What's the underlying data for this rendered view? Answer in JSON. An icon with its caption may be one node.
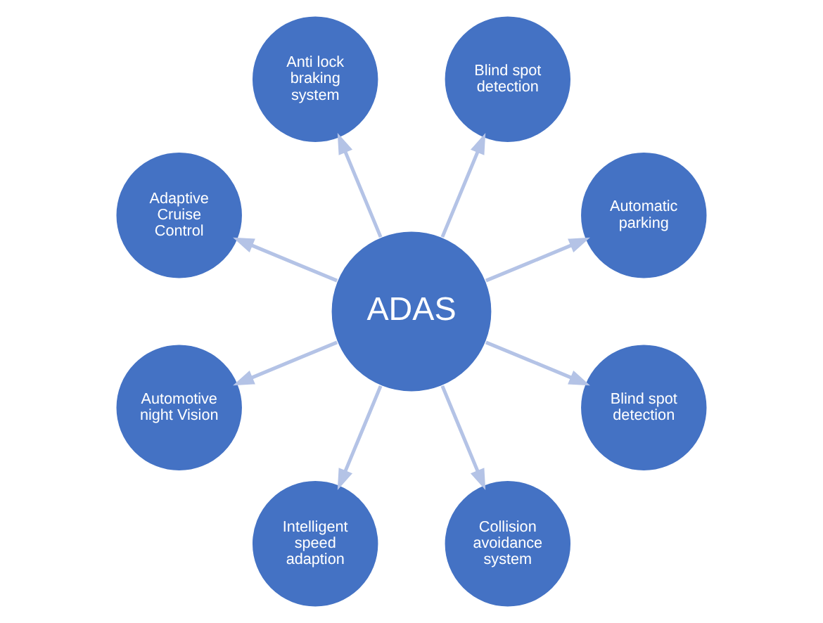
{
  "diagram": {
    "nodes": [
      {
        "text": [
          "Automatic parking"
        ]
      },
      {
        "text": [
          "Blind spot detection"
        ]
      },
      {
        "text": [
          "Anti lock braking system"
        ]
      },
      {
        "text": [
          "Adaptive Cruise Control"
        ]
      },
      {
        "text": [
          "ADAS"
        ]
      },
      {
        "text": [
          "Automotive night Vision"
        ]
      },
      {
        "text": [
          "Intelligent speed adaption"
        ]
      },
      {
        "text": [
          "Collision avoidance system"
        ]
      },
      {
        "text": [
          "Blind spot detection"
        ]
      }
    ],
    "edges": [
      {
        "from": 4,
        "to": 0,
        "arrow": "to"
      },
      {
        "from": 4,
        "to": 2,
        "arrow": "to"
      },
      {
        "from": 4,
        "to": 5,
        "arrow": "to"
      },
      {
        "from": 4,
        "to": 7,
        "arrow": "to"
      },
      {
        "from": 4,
        "to": 8,
        "arrow": "to"
      },
      {
        "from": 4,
        "to": 6,
        "arrow": "to"
      },
      {
        "from": 4,
        "to": 3,
        "arrow": "to"
      },
      {
        "from": 4,
        "to": 1,
        "arrow": "to"
      }
    ]
  }
}
